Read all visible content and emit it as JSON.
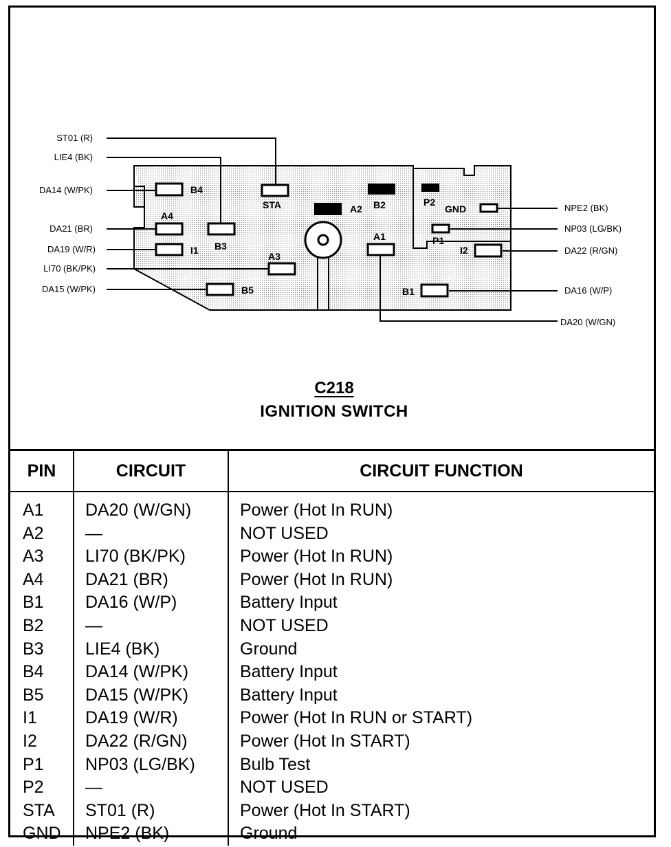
{
  "connector": {
    "id": "C218",
    "name": "IGNITION SWITCH"
  },
  "wires_left": [
    {
      "label": "ST01 (R)"
    },
    {
      "label": "LIE4 (BK)"
    },
    {
      "label": "DA14 (W/PK)"
    },
    {
      "label": "DA21 (BR)"
    },
    {
      "label": "DA19 (W/R)"
    },
    {
      "label": "LI70 (BK/PK)"
    },
    {
      "label": "DA15 (W/PK)"
    }
  ],
  "wires_right": [
    {
      "label": "NPE2 (BK)"
    },
    {
      "label": "NP03 (LG/BK)"
    },
    {
      "label": "DA22 (R/GN)"
    },
    {
      "label": "DA16 (W/P)"
    },
    {
      "label": "DA20 (W/GN)"
    }
  ],
  "pin_labels": {
    "B4": "B4",
    "STA": "STA",
    "A2": "A2",
    "B2": "B2",
    "P2": "P2",
    "GND": "GND",
    "A4": "A4",
    "B3": "B3",
    "I1": "I1",
    "A3": "A3",
    "B5": "B5",
    "A1": "A1",
    "P1": "P1",
    "I2": "I2",
    "B1": "B1"
  },
  "table": {
    "headers": {
      "pin": "PIN",
      "circuit": "CIRCUIT",
      "function": "CIRCUIT FUNCTION"
    },
    "rows": [
      {
        "pin": "A1",
        "circuit": "DA20 (W/GN)",
        "function": "Power (Hot In RUN)"
      },
      {
        "pin": "A2",
        "circuit": "—",
        "function": "NOT USED"
      },
      {
        "pin": "A3",
        "circuit": "LI70 (BK/PK)",
        "function": "Power (Hot In RUN)"
      },
      {
        "pin": "A4",
        "circuit": "DA21 (BR)",
        "function": "Power (Hot In RUN)"
      },
      {
        "pin": "B1",
        "circuit": "DA16 (W/P)",
        "function": "Battery Input"
      },
      {
        "pin": "B2",
        "circuit": "—",
        "function": "NOT USED"
      },
      {
        "pin": "B3",
        "circuit": "LIE4 (BK)",
        "function": "Ground"
      },
      {
        "pin": "B4",
        "circuit": "DA14 (W/PK)",
        "function": "Battery Input"
      },
      {
        "pin": "B5",
        "circuit": "DA15 (W/PK)",
        "function": "Battery Input"
      },
      {
        "pin": "I1",
        "circuit": "DA19 (W/R)",
        "function": "Power (Hot In RUN or START)"
      },
      {
        "pin": "I2",
        "circuit": "DA22 (R/GN)",
        "function": "Power (Hot In START)"
      },
      {
        "pin": "P1",
        "circuit": "NP03 (LG/BK)",
        "function": "Bulb Test"
      },
      {
        "pin": "P2",
        "circuit": "—",
        "function": "NOT USED"
      },
      {
        "pin": "STA",
        "circuit": "ST01 (R)",
        "function": "Power (Hot In START)"
      },
      {
        "pin": "GND",
        "circuit": "NPE2 (BK)",
        "function": "Ground"
      }
    ]
  }
}
